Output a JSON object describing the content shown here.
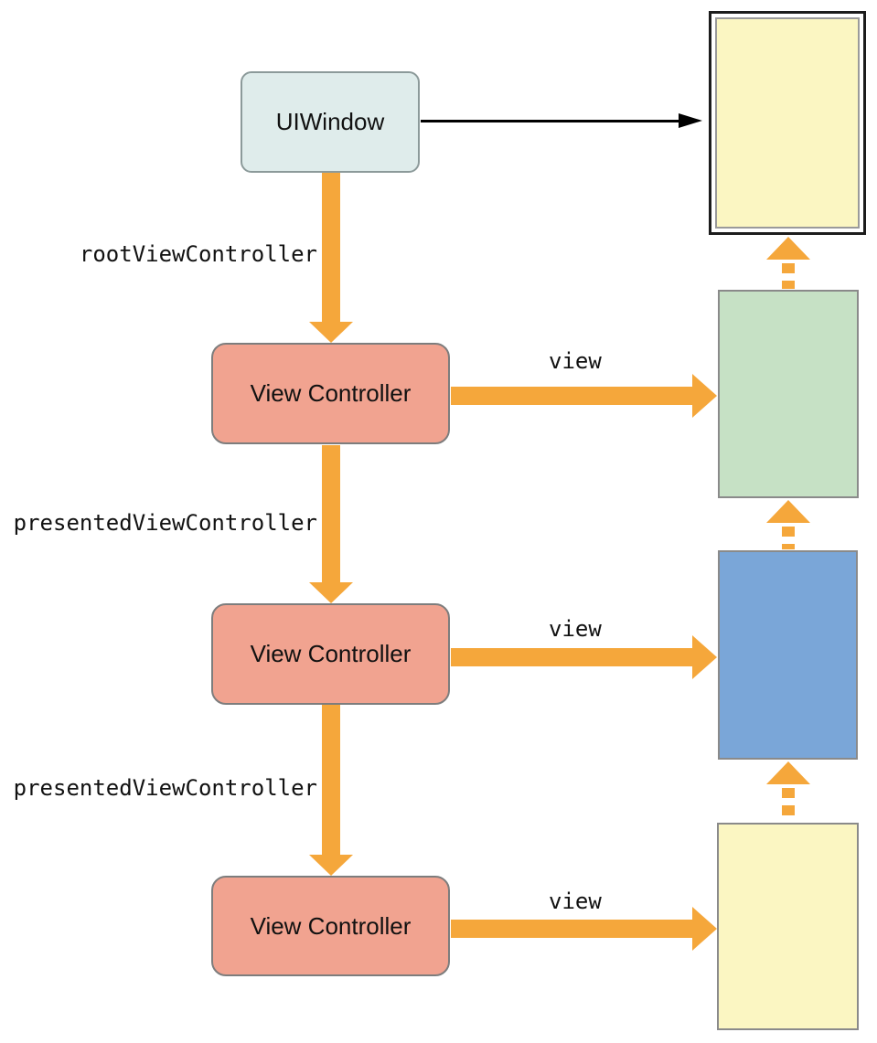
{
  "diagram": {
    "description": "UIWindow / view controller presentation hierarchy",
    "nodes": {
      "uiwindow": {
        "label": "UIWindow",
        "fill": "#dfeceb"
      },
      "view_controller_1": {
        "label": "View Controller",
        "fill": "#f1a390"
      },
      "view_controller_2": {
        "label": "View Controller",
        "fill": "#f1a390"
      },
      "view_controller_3": {
        "label": "View Controller",
        "fill": "#f1a390"
      },
      "window_screen": {
        "label": "",
        "fill": "#fbf6c2",
        "frame": "double-border"
      },
      "root_view": {
        "label": "",
        "fill": "#c6e1c5"
      },
      "presented_view_1": {
        "label": "",
        "fill": "#7aa6d8"
      },
      "presented_view_2": {
        "label": "",
        "fill": "#fbf6c2"
      }
    },
    "edge_labels": {
      "root_view_controller": "rootViewController",
      "presented_view_controller_1": "presentedViewController",
      "presented_view_controller_2": "presentedViewController",
      "view_1": "view",
      "view_2": "view",
      "view_3": "view"
    },
    "colors": {
      "arrow_orange": "#F5A73B",
      "arrow_black": "#000000",
      "node_border_gray": "#7d7d7d",
      "view_border_gray": "#8a8a8a",
      "screen_frame_black": "#1c1c1c",
      "uiwindow_fill": "#dfeceb",
      "controller_fill": "#f1a390",
      "green_view_fill": "#c6e1c5",
      "blue_view_fill": "#7aa6d8",
      "yellow_view_fill": "#fbf6c2"
    }
  }
}
